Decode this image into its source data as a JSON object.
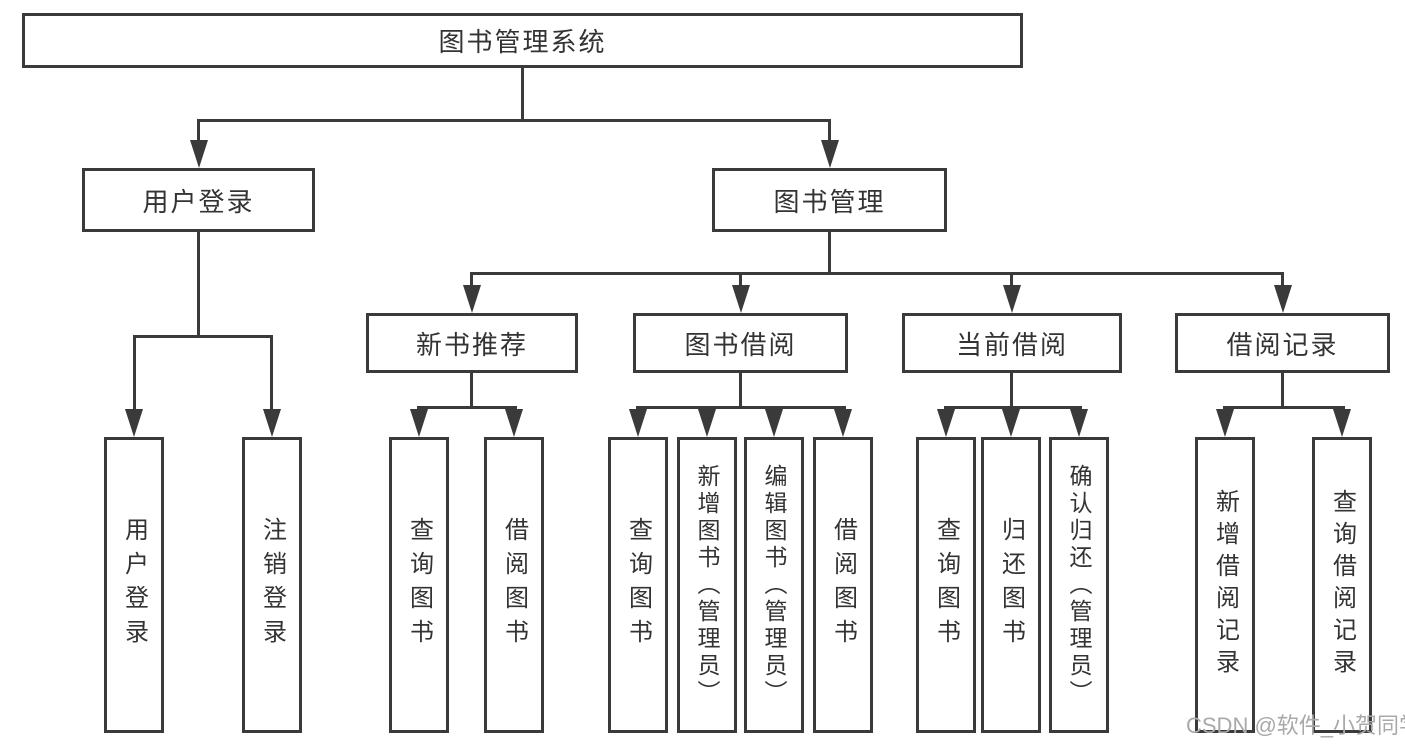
{
  "diagram": {
    "title": "图书管理系统",
    "user_login": {
      "label": "用户登录",
      "children": [
        {
          "label": "用户登录"
        },
        {
          "label": "注销登录"
        }
      ]
    },
    "book_mgmt": {
      "label": "图书管理",
      "sections": [
        {
          "label": "新书推荐",
          "children": [
            {
              "label": "查询图书"
            },
            {
              "label": "借阅图书"
            }
          ]
        },
        {
          "label": "图书借阅",
          "children": [
            {
              "label": "查询图书"
            },
            {
              "label": "新增图书（管理员）"
            },
            {
              "label": "编辑图书（管理员）"
            },
            {
              "label": "借阅图书"
            }
          ]
        },
        {
          "label": "当前借阅",
          "children": [
            {
              "label": "查询图书"
            },
            {
              "label": "归还图书"
            },
            {
              "label": "确认归还（管理员）"
            }
          ]
        },
        {
          "label": "借阅记录",
          "children": [
            {
              "label": "新增借阅记录"
            },
            {
              "label": "查询借阅记录"
            }
          ]
        }
      ]
    }
  },
  "watermark": {
    "text": "CSDN @软件_小贺同学"
  },
  "colors": {
    "line": "#3a3a3a",
    "text": "#333333",
    "watermark": "#a9a9a9",
    "background": "#ffffff"
  }
}
